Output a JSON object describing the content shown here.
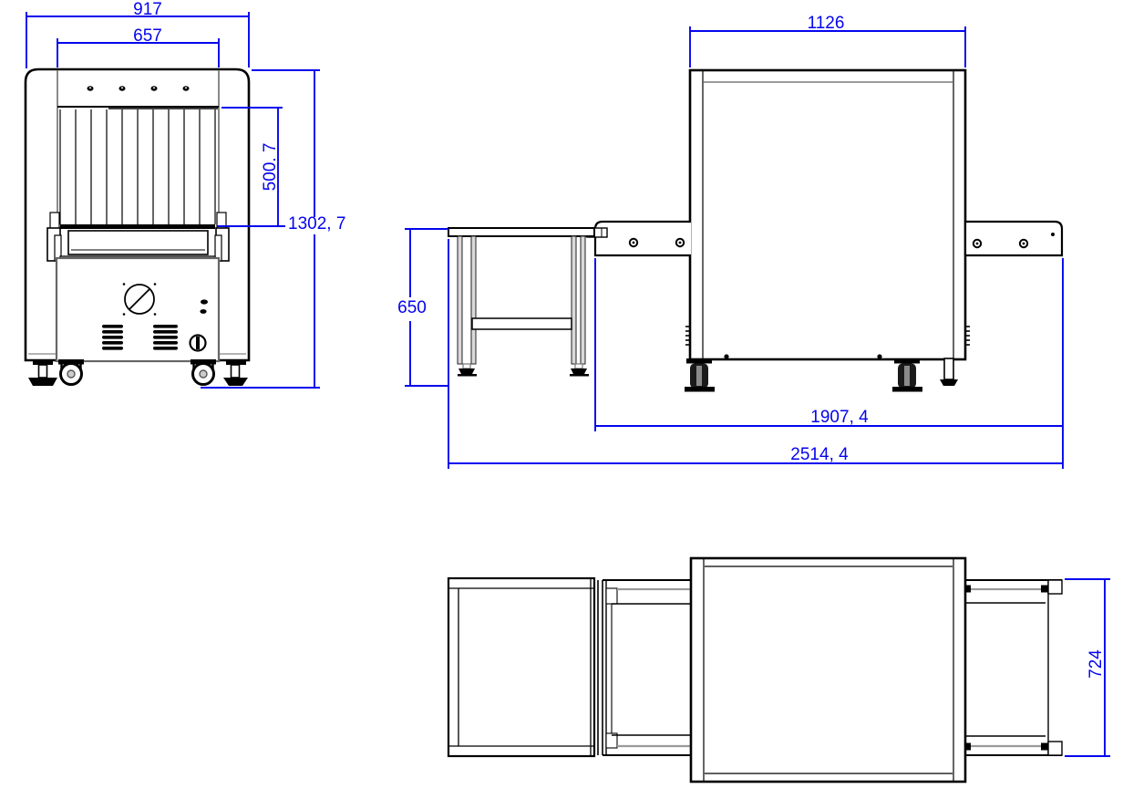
{
  "drawing": {
    "subject": "x-ray-baggage-scanner-three-view-engineering-drawing",
    "units": "mm",
    "colors": {
      "dimension_blue": "#0404ee",
      "outline_black": "#000000",
      "shade_gray": "#9a9a9a"
    },
    "views": {
      "front": {
        "dimensions": {
          "overall_width": "917",
          "tunnel_width": "657",
          "tunnel_height": "500. 7",
          "overall_height": "1302, 7"
        }
      },
      "side": {
        "dimensions": {
          "body_length": "1126",
          "conveyor_height": "650",
          "base_length": "1907, 4",
          "overall_length": "2514, 4"
        }
      },
      "top": {
        "dimensions": {
          "conveyor_width": "724"
        }
      }
    }
  }
}
